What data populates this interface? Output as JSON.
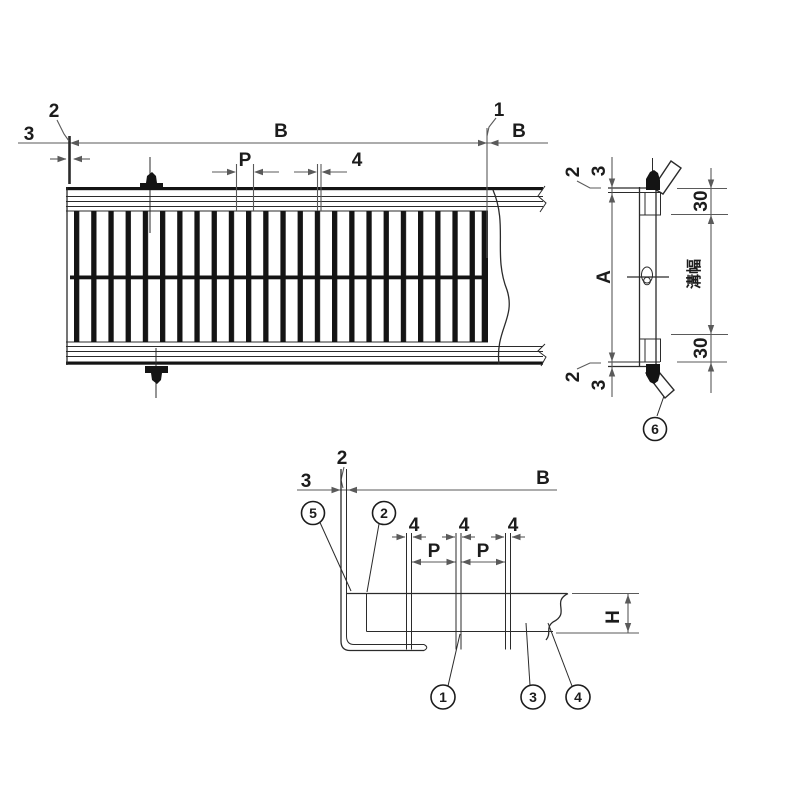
{
  "title": "grating-technical-drawing",
  "labels": {
    "plan": {
      "plate_thickness": "2",
      "end_gap": "3",
      "length_b": "B",
      "callout_1": "1",
      "next_length_b": "B",
      "pitch": "P",
      "bar_thickness": "4"
    },
    "side": {
      "top_gap": "3",
      "top_plate": "2",
      "width_a": "A",
      "bottom_plate": "2",
      "bottom_gap": "3",
      "lap_top": "30",
      "channel_width": "溝幅",
      "lap_bottom": "30",
      "callout_6": "6"
    },
    "section": {
      "end_gap": "3",
      "plate_thickness": "2",
      "length_b": "B",
      "callout_5": "5",
      "callout_2": "2",
      "bar_thickness_1": "4",
      "bar_thickness_2": "4",
      "bar_thickness_3": "4",
      "pitch_1": "P",
      "pitch_2": "P",
      "height_h": "H",
      "callout_1": "1",
      "callout_3": "3",
      "callout_4": "4"
    }
  },
  "colors": {
    "line": "#2b2b2b",
    "dim": "#5a5a5a",
    "bar": "#141414",
    "background": "#ffffff"
  }
}
